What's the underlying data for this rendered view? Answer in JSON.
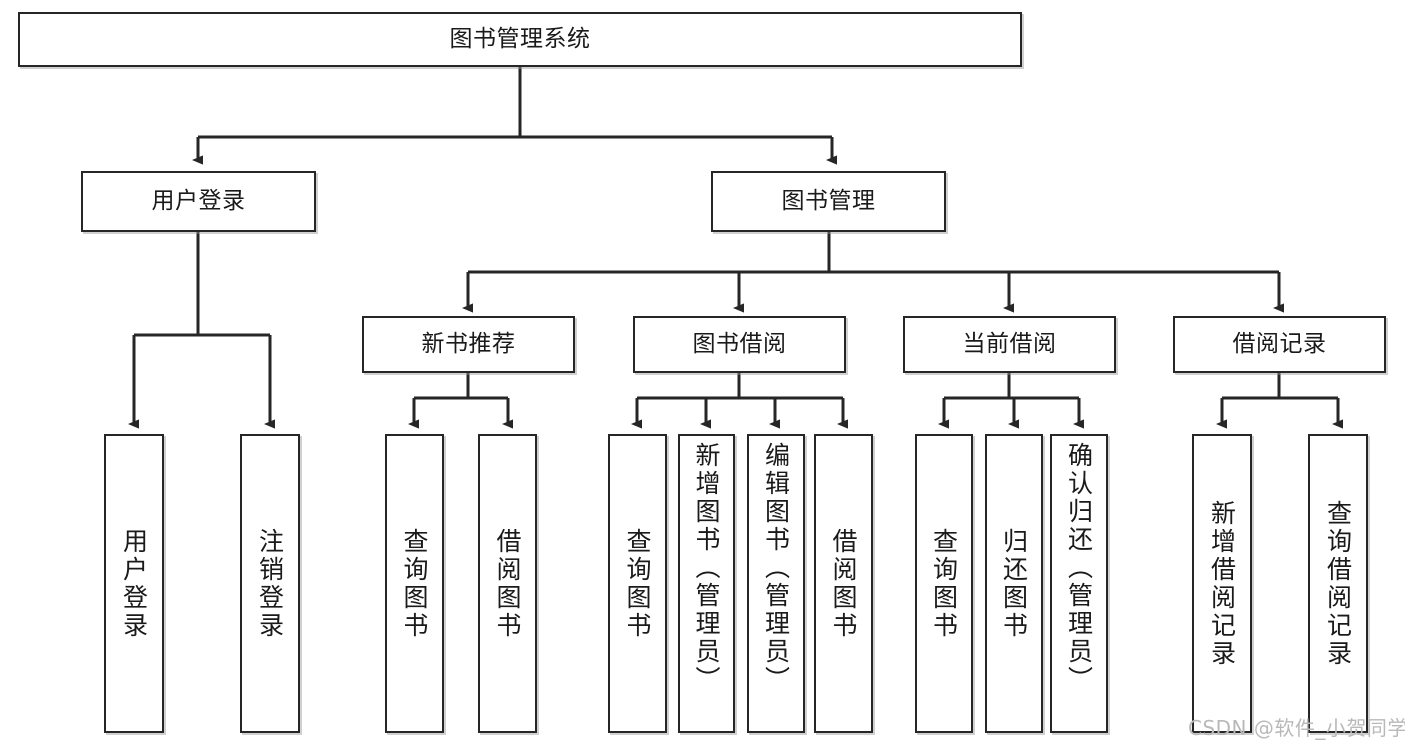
{
  "diagram": {
    "type": "tree",
    "title": "图书管理系统",
    "orientation": "top-down",
    "levels": 4,
    "root": {
      "id": "root",
      "label": "图书管理系统"
    },
    "level2": [
      {
        "id": "user-login",
        "label": "用户登录"
      },
      {
        "id": "book-management",
        "label": "图书管理"
      }
    ],
    "level3": [
      {
        "id": "new-book-recommend",
        "label": "新书推荐",
        "parent": "book-management"
      },
      {
        "id": "book-borrow",
        "label": "图书借阅",
        "parent": "book-management"
      },
      {
        "id": "current-borrow",
        "label": "当前借阅",
        "parent": "book-management"
      },
      {
        "id": "borrow-record",
        "label": "借阅记录",
        "parent": "book-management"
      }
    ],
    "leaves": {
      "user_login": [
        {
          "id": "leaf-user-login",
          "label": "用户登录"
        },
        {
          "id": "leaf-user-logout",
          "label": "注销登录"
        }
      ],
      "new_book_recommend": [
        {
          "id": "leaf-query-book-1",
          "label": "查询图书"
        },
        {
          "id": "leaf-borrow-book-1",
          "label": "借阅图书"
        }
      ],
      "book_borrow": [
        {
          "id": "leaf-query-book-2",
          "label": "查询图书"
        },
        {
          "id": "leaf-add-book",
          "label": "新增图书（管理员）"
        },
        {
          "id": "leaf-edit-book",
          "label": "编辑图书（管理员）"
        },
        {
          "id": "leaf-borrow-book-2",
          "label": "借阅图书"
        }
      ],
      "current_borrow": [
        {
          "id": "leaf-query-book-3",
          "label": "查询图书"
        },
        {
          "id": "leaf-return-book",
          "label": "归还图书"
        },
        {
          "id": "leaf-confirm-return",
          "label": "确认归还（管理员）"
        }
      ],
      "borrow_record": [
        {
          "id": "leaf-add-record",
          "label": "新增借阅记录"
        },
        {
          "id": "leaf-query-record",
          "label": "查询借阅记录"
        }
      ]
    }
  },
  "watermark": {
    "text": "CSDN @软件_小贺同学"
  },
  "colors": {
    "stroke": "#262626",
    "text": "#1a1a1a",
    "background": "#ffffff",
    "watermark": "#b9b9b9"
  }
}
